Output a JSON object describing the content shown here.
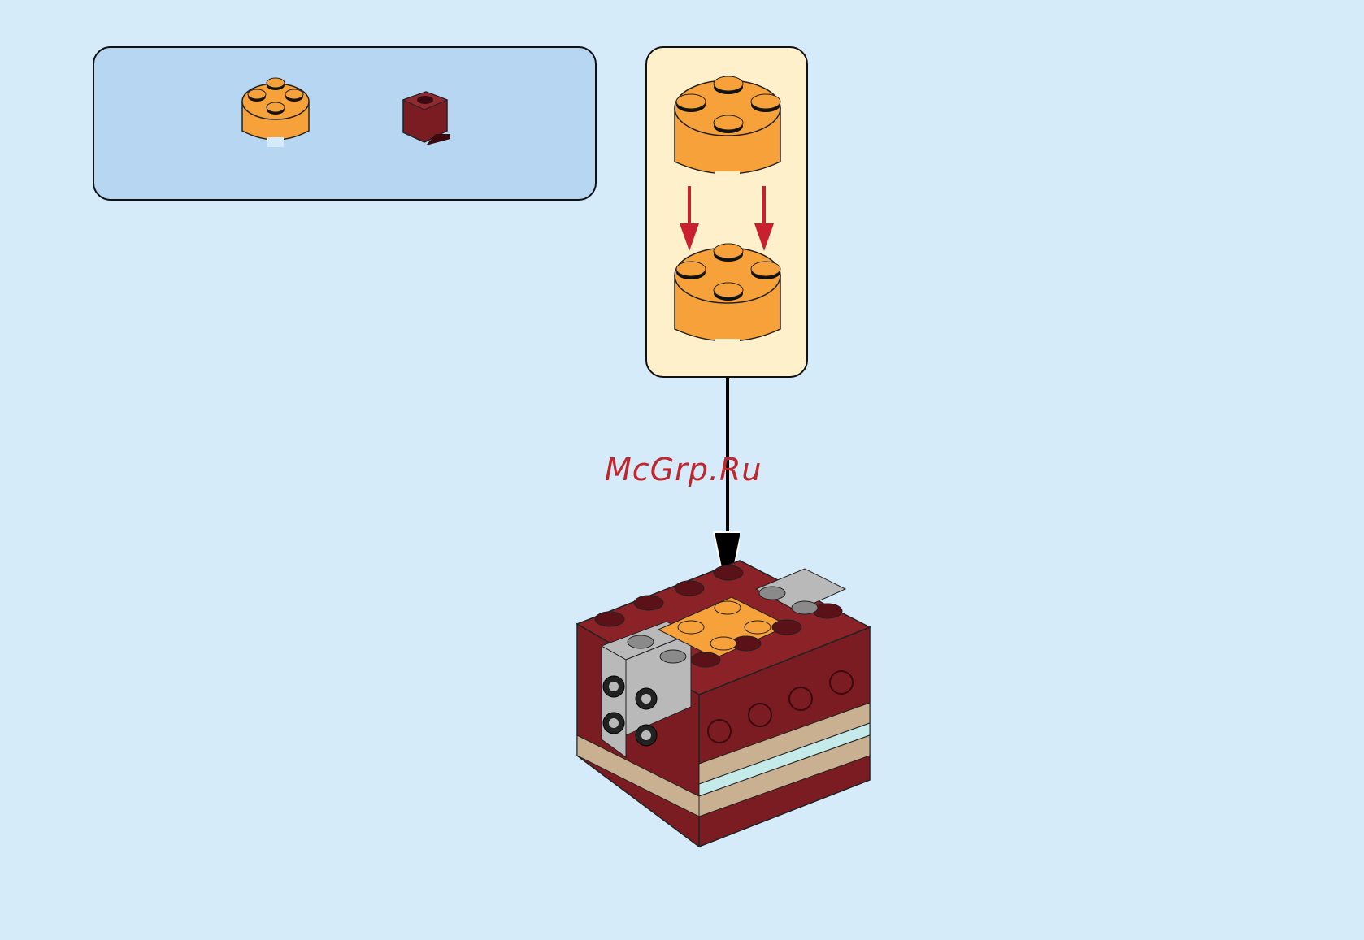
{
  "parts_list": {
    "items": [
      {
        "part": "round-brick-2x2",
        "color": "#f7a13a"
      },
      {
        "part": "brick-1x1",
        "color": "#7a1c22"
      }
    ]
  },
  "substep": {
    "bricks": [
      {
        "part": "round-brick-2x2",
        "color": "#f7a13a"
      },
      {
        "part": "round-brick-2x2",
        "color": "#f7a13a"
      }
    ],
    "arrow_color": "#c8202e"
  },
  "main_arrow_color": "#000000",
  "model": {
    "colors": {
      "dark_red": "#7a1c22",
      "grey": "#b9b9b9",
      "orange": "#f7a13a",
      "tan": "#c8b090",
      "trans_clear": "#c4eaea"
    }
  },
  "watermark": {
    "text": "McGrp.Ru",
    "color": "#c0262d"
  }
}
